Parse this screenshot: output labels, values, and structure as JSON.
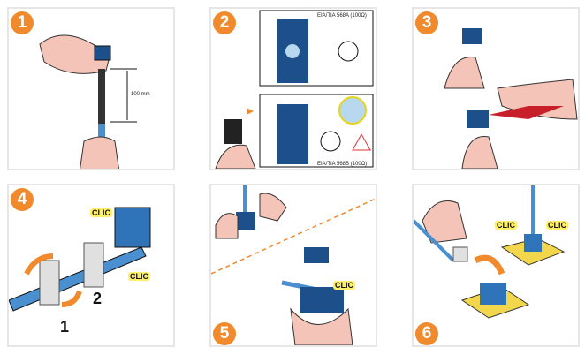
{
  "steps": [
    {
      "number": "1",
      "measure": "100 mm"
    },
    {
      "number": "2",
      "top_label": "EIA/TIA 568A (100Ω)",
      "bottom_label": "EIA/TIA 568B (100Ω)"
    },
    {
      "number": "3"
    },
    {
      "number": "4",
      "clic_labels": [
        "CLIC",
        "CLIC"
      ],
      "sequence": [
        "1",
        "2"
      ]
    },
    {
      "number": "5",
      "clic_labels": [
        "CLIC"
      ]
    },
    {
      "number": "6",
      "clic_labels": [
        "CLIC",
        "CLIC"
      ]
    }
  ],
  "colors": {
    "accent": "#f08a2c",
    "cable": "#4a8fd0",
    "connector": "#1d4f8a",
    "skin": "#f5c4b8",
    "clic_highlight": "#ffef6a"
  }
}
